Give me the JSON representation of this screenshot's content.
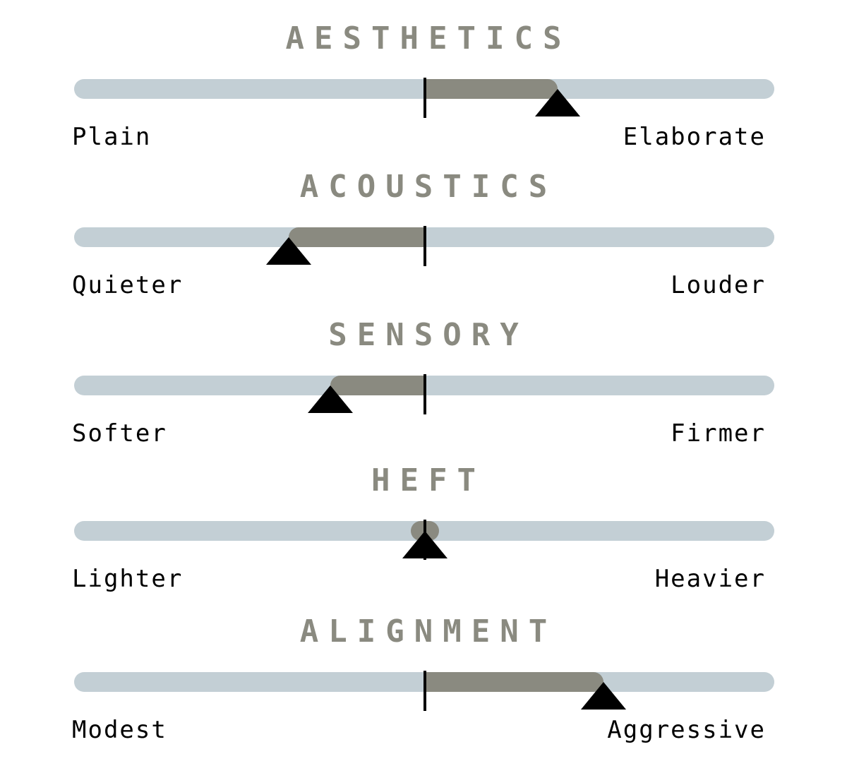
{
  "colors": {
    "title": "#8a8a80",
    "track": "#c3cfd5",
    "fill": "#8a8a80",
    "marker": "#000000",
    "label": "#000000"
  },
  "scales": [
    {
      "title": "AESTHETICS",
      "left_label": "Plain",
      "right_label": "Elaborate",
      "value": 0.38
    },
    {
      "title": "ACOUSTICS",
      "left_label": "Quieter",
      "right_label": "Louder",
      "value": -0.39
    },
    {
      "title": "SENSORY",
      "left_label": "Softer",
      "right_label": "Firmer",
      "value": -0.27
    },
    {
      "title": "HEFT",
      "left_label": "Lighter",
      "right_label": "Heavier",
      "value": 0.0
    },
    {
      "title": "ALIGNMENT",
      "left_label": "Modest",
      "right_label": "Aggressive",
      "value": 0.51
    }
  ]
}
